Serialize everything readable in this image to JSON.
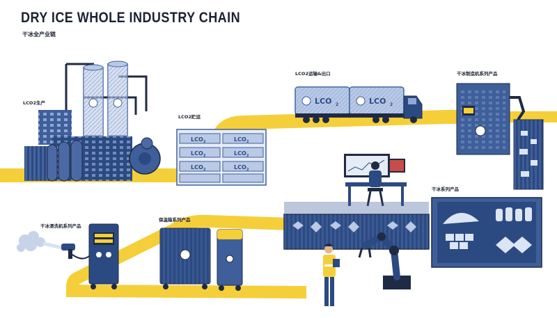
{
  "header": {
    "title": "DRY ICE WHOLE INDUSTRY CHAIN",
    "subtitle": "干冰全产业链"
  },
  "stages": {
    "production": "LCO2生产",
    "storage": "LCO2贮运",
    "transport_export": "LCO2运输&出口",
    "making_machines": "干冰制造机系列产品",
    "dry_ice_products": "干冰系列产品",
    "insulated_boxes": "保温箱系列产品",
    "cleaning_machines": "干冰清洗机系列产品"
  },
  "tank_label": "LCO",
  "tank_subscript": "2",
  "colors": {
    "accent": "#f5cf3a",
    "navy": "#2c4a82",
    "steel": "#3e5f9a",
    "light": "#b9c9e6",
    "ink": "#1c2230"
  }
}
